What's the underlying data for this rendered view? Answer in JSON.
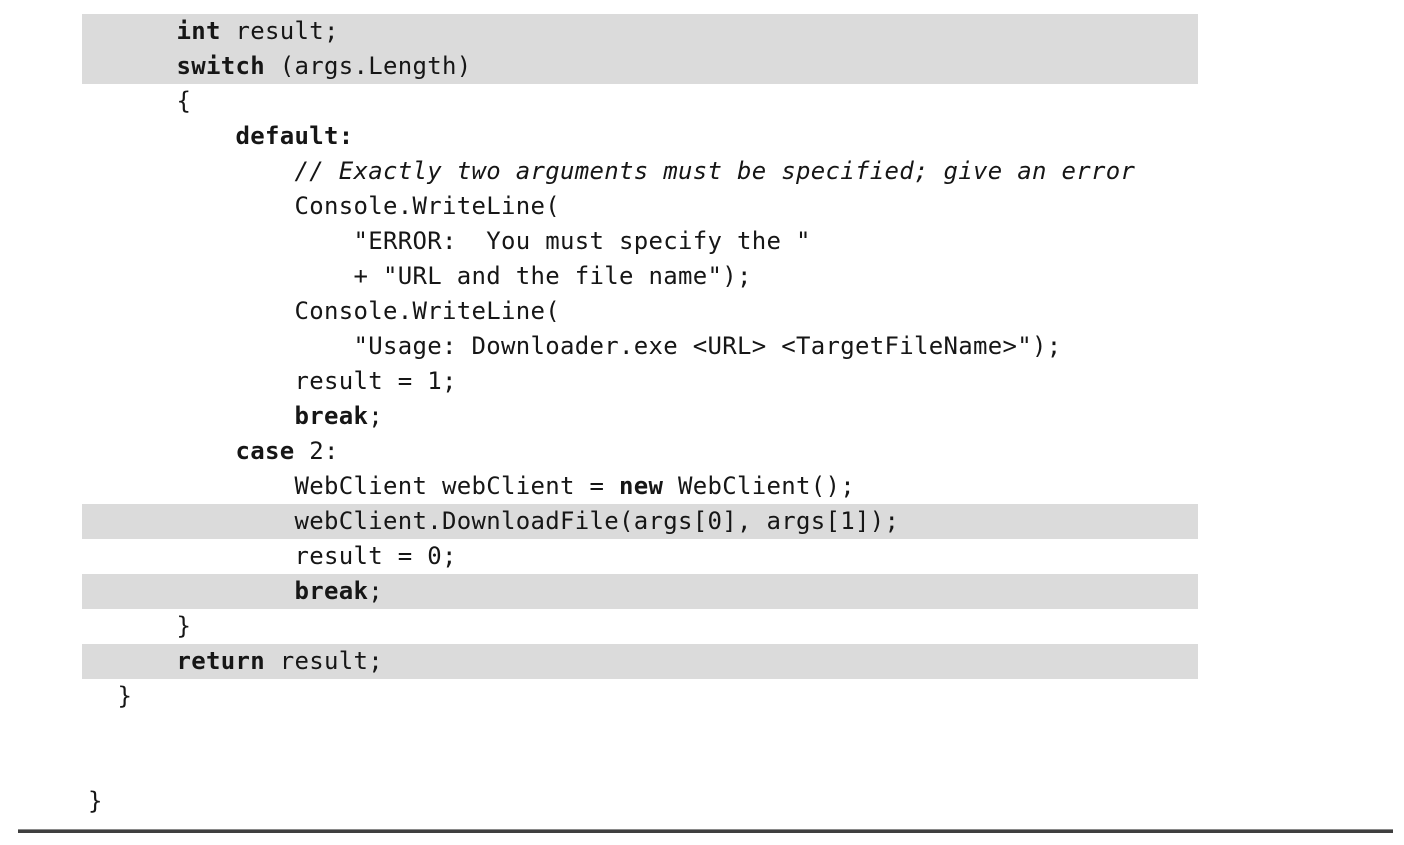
{
  "page": {
    "background_color": "#ffffff",
    "highlight_color": "#dbdbdb",
    "text_color": "#161616",
    "rule_color": "#3f3f3f"
  },
  "code_listing": {
    "language": "csharp",
    "highlighted_line_numbers": [
      1,
      2,
      15,
      17,
      19
    ],
    "lines": [
      {
        "indent": 6,
        "highlighted": true,
        "segments": [
          {
            "text": "int",
            "bold": true
          },
          {
            "text": " result;"
          }
        ]
      },
      {
        "indent": 6,
        "highlighted": true,
        "segments": [
          {
            "text": "switch",
            "bold": true
          },
          {
            "text": " (args.Length)"
          }
        ]
      },
      {
        "indent": 6,
        "highlighted": false,
        "segments": [
          {
            "text": "{"
          }
        ]
      },
      {
        "indent": 10,
        "highlighted": false,
        "segments": [
          {
            "text": "default:",
            "bold": true
          }
        ]
      },
      {
        "indent": 14,
        "highlighted": false,
        "segments": [
          {
            "text": "// Exactly two arguments must be specified; give an error",
            "italic": true
          }
        ]
      },
      {
        "indent": 14,
        "highlighted": false,
        "segments": [
          {
            "text": "Console.WriteLine("
          }
        ]
      },
      {
        "indent": 18,
        "highlighted": false,
        "segments": [
          {
            "text": "\"ERROR:  You must specify the \""
          }
        ]
      },
      {
        "indent": 18,
        "highlighted": false,
        "segments": [
          {
            "text": "+ \"URL and the file name\");"
          }
        ]
      },
      {
        "indent": 14,
        "highlighted": false,
        "segments": [
          {
            "text": "Console.WriteLine("
          }
        ]
      },
      {
        "indent": 18,
        "highlighted": false,
        "segments": [
          {
            "text": "\"Usage: Downloader.exe <URL> <TargetFileName>\");"
          }
        ]
      },
      {
        "indent": 14,
        "highlighted": false,
        "segments": [
          {
            "text": "result = 1;"
          }
        ]
      },
      {
        "indent": 14,
        "highlighted": false,
        "segments": [
          {
            "text": "break",
            "bold": true
          },
          {
            "text": ";"
          }
        ]
      },
      {
        "indent": 10,
        "highlighted": false,
        "segments": [
          {
            "text": "case",
            "bold": true
          },
          {
            "text": " 2:"
          }
        ]
      },
      {
        "indent": 14,
        "highlighted": false,
        "segments": [
          {
            "text": "WebClient webClient = "
          },
          {
            "text": "new",
            "bold": true
          },
          {
            "text": " WebClient();"
          }
        ]
      },
      {
        "indent": 14,
        "highlighted": true,
        "segments": [
          {
            "text": "webClient.DownloadFile(args[0], args[1]);"
          }
        ]
      },
      {
        "indent": 14,
        "highlighted": false,
        "segments": [
          {
            "text": "result = 0;"
          }
        ]
      },
      {
        "indent": 14,
        "highlighted": true,
        "segments": [
          {
            "text": "break",
            "bold": true
          },
          {
            "text": ";"
          }
        ]
      },
      {
        "indent": 6,
        "highlighted": false,
        "segments": [
          {
            "text": "}"
          }
        ]
      },
      {
        "indent": 6,
        "highlighted": true,
        "segments": [
          {
            "text": "return",
            "bold": true
          },
          {
            "text": " result;"
          }
        ]
      },
      {
        "indent": 2,
        "highlighted": false,
        "segments": [
          {
            "text": "}"
          }
        ]
      },
      {
        "indent": 0,
        "highlighted": false,
        "segments": []
      },
      {
        "indent": 0,
        "highlighted": false,
        "segments": []
      },
      {
        "indent": 0,
        "highlighted": false,
        "segments": [
          {
            "text": "}"
          }
        ]
      }
    ]
  }
}
